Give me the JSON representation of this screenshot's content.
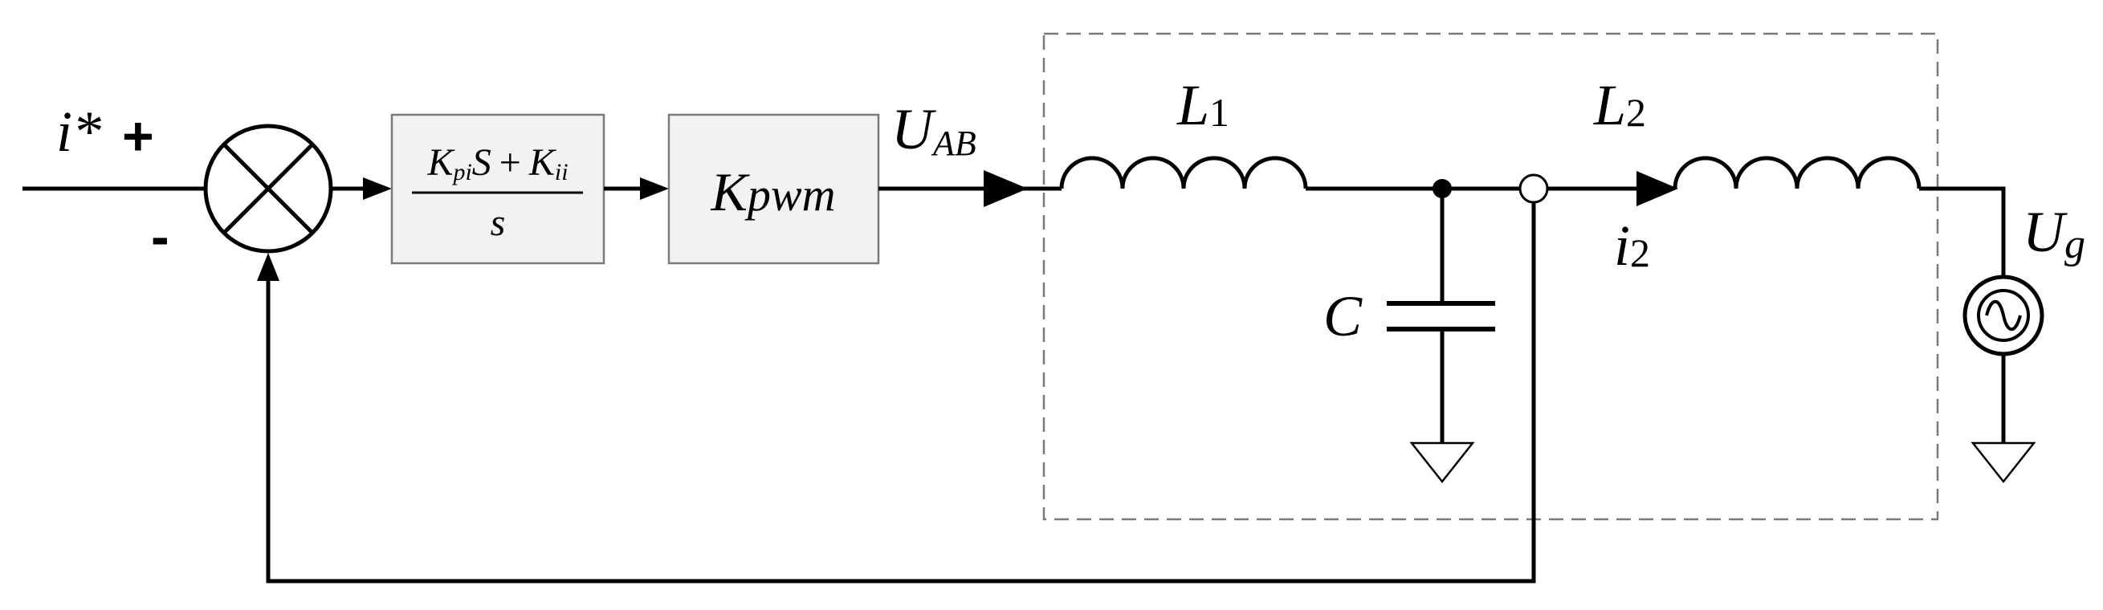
{
  "diagram": {
    "input_label": "i*",
    "plus_sign": "+",
    "minus_sign": "-",
    "pi_block": {
      "numerator": "KpiS + Kii",
      "numerator_kp": "K",
      "numerator_kp_sub": "pi",
      "numerator_s": "S",
      "numerator_plus": "+",
      "numerator_ki": "K",
      "numerator_ki_sub": "ii",
      "denominator": "s"
    },
    "pwm_block": {
      "main": "K",
      "sub": "pwm"
    },
    "uab_label": {
      "main": "U",
      "sub": "AB"
    },
    "l1_label": {
      "main": "L",
      "sub": "1"
    },
    "l2_label": {
      "main": "L",
      "sub": "2"
    },
    "c_label": "C",
    "i2_label": {
      "main": "i",
      "sub": "2"
    },
    "ug_label": {
      "main": "U",
      "sub": "g"
    }
  }
}
